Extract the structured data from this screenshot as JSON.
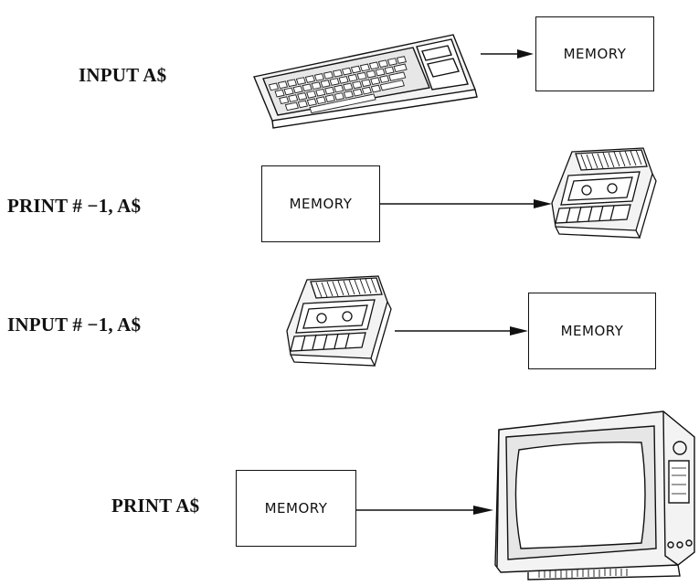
{
  "rows": [
    {
      "command": "INPUT A$",
      "memory_label": "MEMORY",
      "device": "keyboard-icon"
    },
    {
      "command": "PRINT # −1, A$",
      "memory_label": "MEMORY",
      "device": "cassette-recorder-icon"
    },
    {
      "command": "INPUT # −1, A$",
      "memory_label": "MEMORY",
      "device": "cassette-recorder-icon"
    },
    {
      "command": "PRINT A$",
      "memory_label": "MEMORY",
      "device": "television-monitor-icon"
    }
  ]
}
